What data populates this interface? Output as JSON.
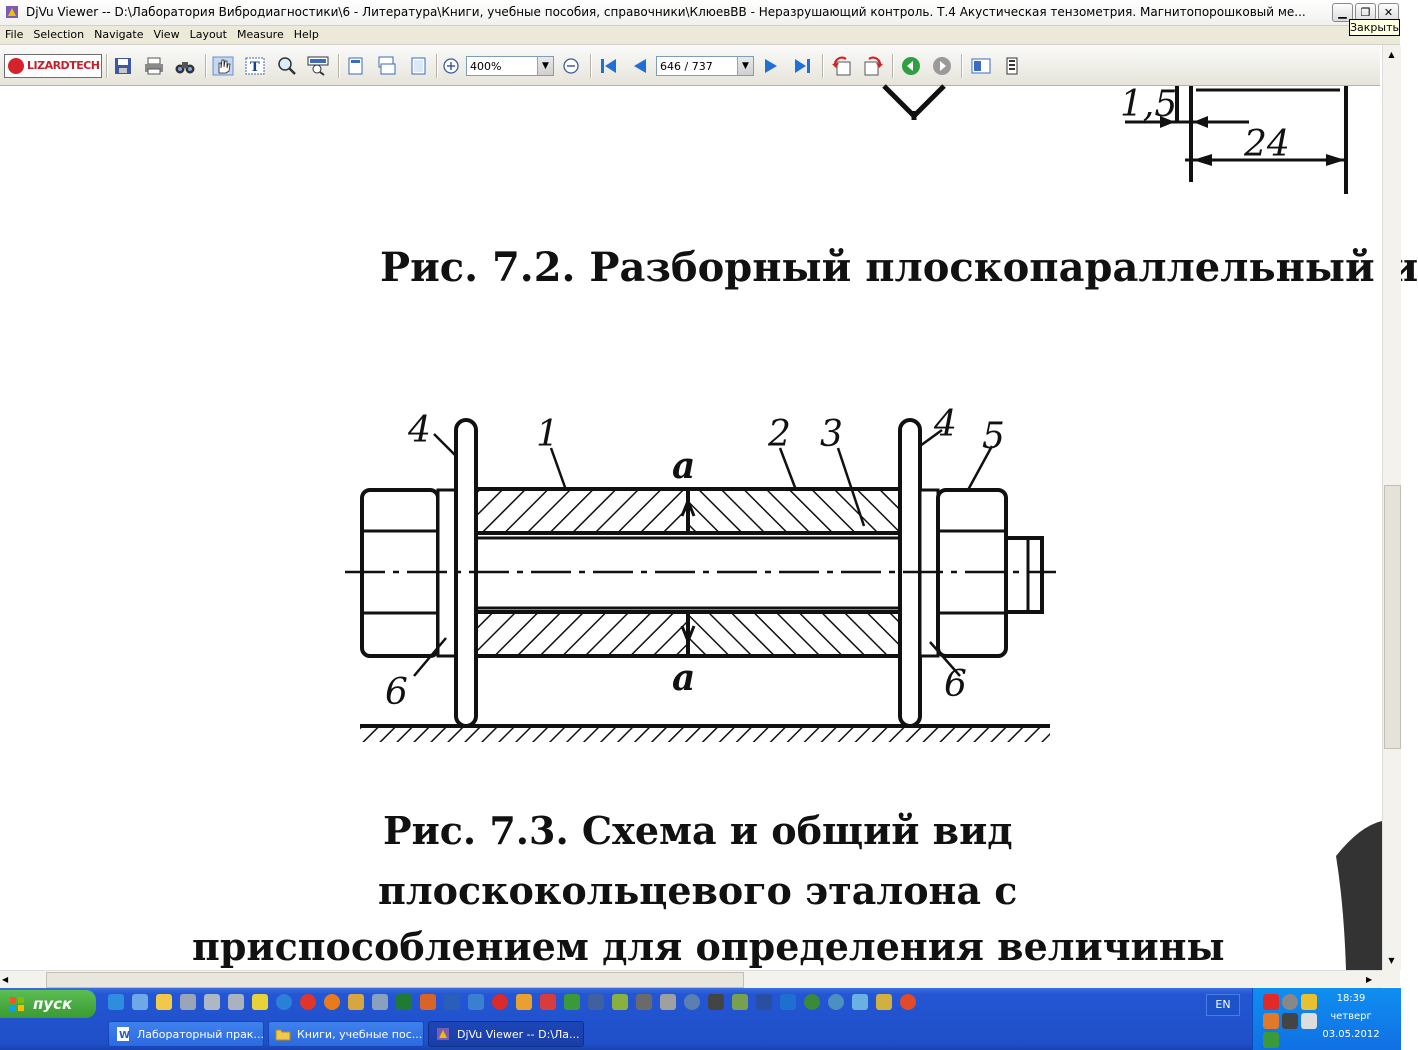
{
  "window": {
    "title": "DjVu Viewer -- D:\\Лаборатория Вибродиагностики\\6 - Литература\\Книги, учебные пособия, справочники\\КлюевВВ - Неразрушающий контроль. Т.4 Акустическая тензометрия. Магнитопорошковый ме...",
    "close_tooltip": "Закрыть"
  },
  "menu": [
    "File",
    "Selection",
    "Navigate",
    "View",
    "Layout",
    "Measure",
    "Help"
  ],
  "toolbar": {
    "logo": "LIZARDTECH",
    "zoom": "400%",
    "page": "646 / 737"
  },
  "document": {
    "dim_top_left": "1,5",
    "dim_top_right": "24",
    "caption_72": "Рис. 7.2. Разборный плоскопараллельный и",
    "labels": {
      "l4a": "4",
      "l1": "1",
      "la_top": "a",
      "l2": "2",
      "l3": "3",
      "l4b": "4",
      "l5": "5",
      "l6a": "6",
      "la_bot": "a",
      "l6b": "6"
    },
    "caption_73": [
      "Рис. 7.3. Схема и общий вид",
      "плоскокольцевого эталона с",
      "приспособлением для определения величины"
    ]
  },
  "taskbar": {
    "start": "пуск",
    "lang": "EN",
    "time": "18:39",
    "weekday": "четверг",
    "date": "03.05.2012",
    "tasks": [
      {
        "label": "Лабораторный прак...",
        "icon": "word-icon"
      },
      {
        "label": "Книги, учебные пос...",
        "icon": "folder-icon"
      },
      {
        "label": "DjVu Viewer -- D:\\Ла...",
        "icon": "djvu-icon"
      }
    ]
  },
  "colors": {
    "taskbar": "#2456d4",
    "start": "#3a9a33",
    "tray": "#1170e4",
    "tooltip": "#ffffe1"
  }
}
